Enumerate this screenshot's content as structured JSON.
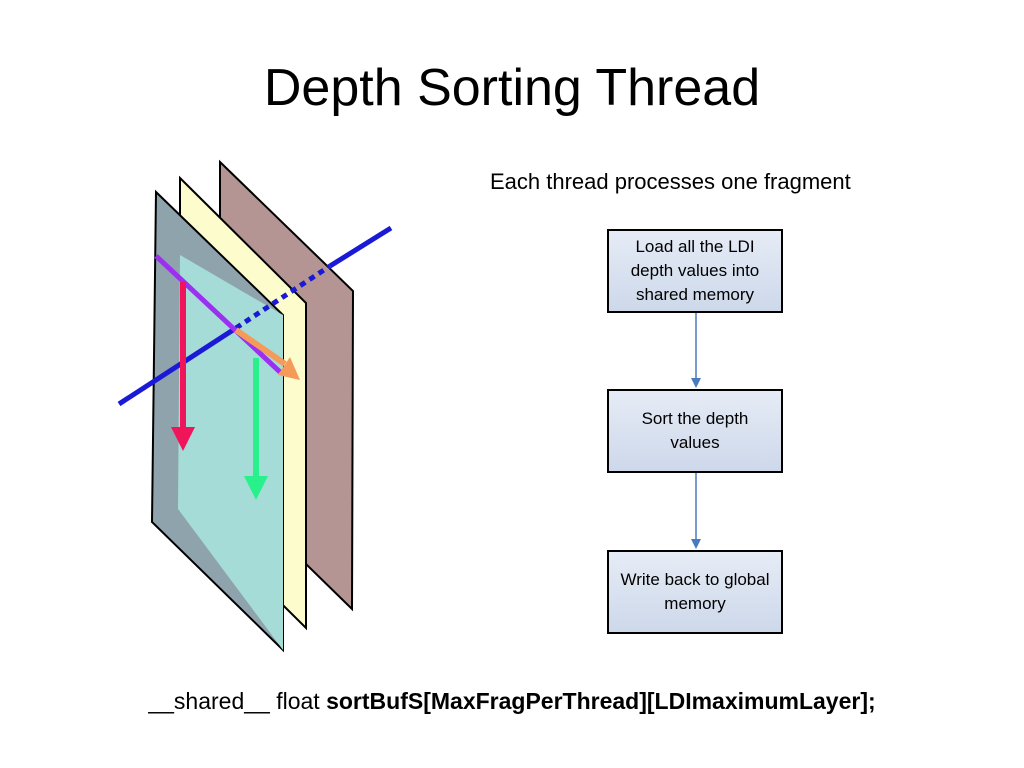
{
  "slide": {
    "title": "Depth Sorting Thread",
    "subtitle": "Each thread processes one fragment"
  },
  "flowchart": {
    "steps": [
      "Load all the LDI depth values into shared memory",
      "Sort the depth values",
      "Write back to global memory"
    ]
  },
  "code": {
    "prefix": "__shared__ float ",
    "declaration": "sortBufS[MaxFragPerThread][LDImaximumLayer];"
  },
  "illustration": {
    "layer_colors": [
      "#b59494",
      "#fcfccc",
      "#a6dcd8"
    ],
    "back_frame_color": "#8fa3ad",
    "ray_color": "#1a1ad6",
    "intersection_line_color": "#9b30f0",
    "arrow_colors": [
      "#f0145a",
      "#28f08a",
      "#f59b5a"
    ]
  }
}
